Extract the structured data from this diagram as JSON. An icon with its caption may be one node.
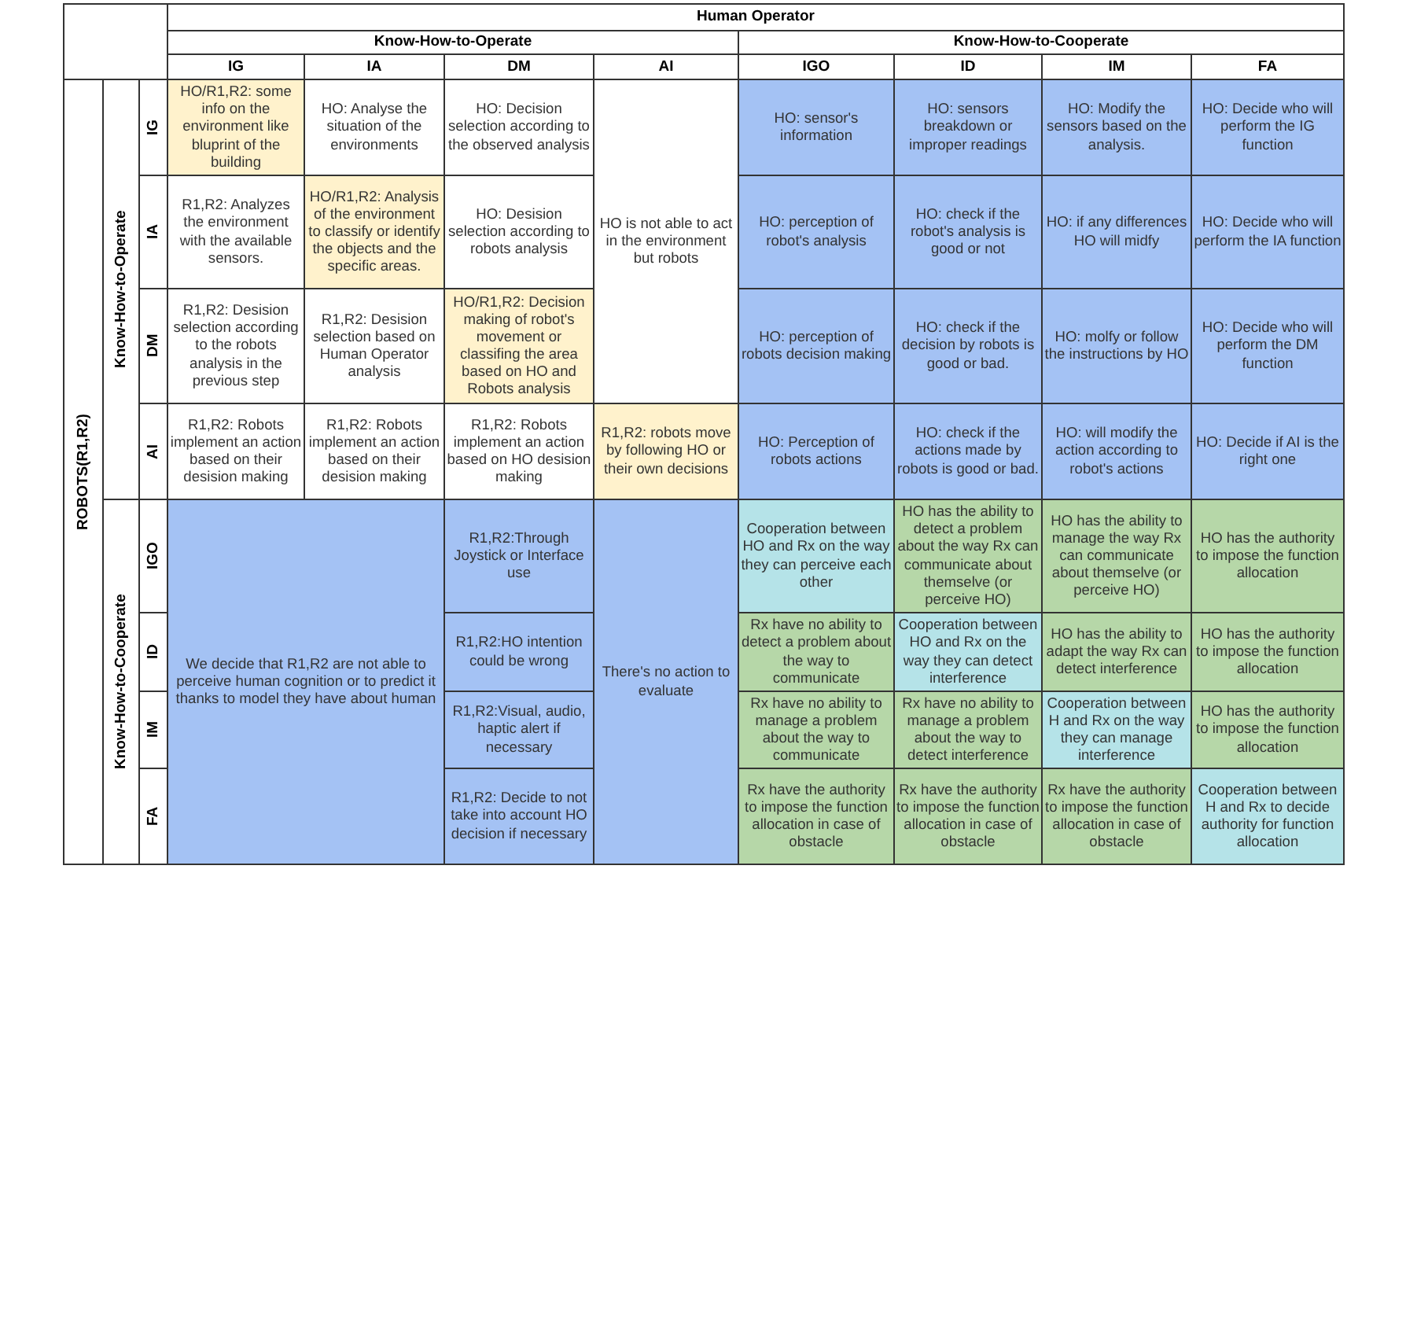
{
  "diagram": {
    "labels": [
      "Human Operator",
      "Know-How-to-Operate",
      "Know-How-to-Cooperate",
      "IG",
      "IA",
      "DM",
      "AI",
      "IGO",
      "ID",
      "IM",
      "FA",
      "ROBOTS(R1,R2)",
      "Know-How-to-Operate",
      "IG",
      "HO/R1,R2: some info on the environment like bluprint of the building",
      "HO: Analyse the situation of the environments",
      "HO: Decision selection according to the observed analysis",
      "HO is not able to act in the environment but robots",
      "HO: sensor's information",
      "HO: sensors breakdown or improper readings",
      "HO: Modify the sensors based on the analysis.",
      "HO: Decide who will perform the IG function",
      "IA",
      "R1,R2: Analyzes the environment with the available sensors.",
      "HO/R1,R2: Analysis of the environment to classify or identify the objects and the specific areas.",
      "HO: Desision selection according to robots analysis",
      "HO: perception of robot's analysis",
      "HO: check if the robot's analysis is good or not",
      "HO: if any differences HO will midfy",
      "HO: Decide who will perform the IA function",
      "DM",
      "R1,R2: Desision selection according to the robots analysis in the previous step",
      "R1,R2: Desision selection based on Human Operator analysis",
      "HO/R1,R2: Decision making of robot's movement or classifing the area based on HO and Robots analysis",
      "HO: perception of robots decision making",
      "HO: check if the decision by robots is good or bad.",
      "HO: molfy or follow the instructions by HO",
      "HO: Decide who will perform the DM function",
      "AI",
      "R1,R2: Robots implement an action based on their desision making",
      "R1,R2: Robots implement an action based on their desision making",
      "R1,R2: Robots implement an action based on HO desision making",
      "R1,R2: robots move by following HO or their own decisions",
      "HO: Perception of robots actions",
      "HO: check if the actions made by robots is good or bad.",
      "HO: will modify the action according to robot's actions",
      "HO: Decide if AI is the right one",
      "Know-How-to-Cooperate",
      "IGO",
      "We decide that R1,R2 are not able to perceive human cognition or to predict it thanks to model they have about human",
      "R1,R2:Through Joystick or Interface use",
      "There's no action to evaluate",
      "Cooperation between HO and Rx on the way they can perceive each other",
      "HO has the ability to detect a problem about the way Rx can communicate about themselve (or perceive HO)",
      "HO has the ability to manage the way Rx can communicate about themselve (or perceive HO)",
      "HO has the authority to impose the function allocation",
      "ID",
      "R1,R2:HO intention could be wrong",
      "Rx have no ability to detect a problem about the way to communicate",
      "Cooperation between HO and Rx on the way they can detect interference",
      "HO has the ability to adapt the way Rx can detect interference",
      "HO has the authority to impose the function allocation",
      "IM",
      "R1,R2:Visual, audio, haptic alert if necessary",
      "Rx have no ability to manage a problem about the way to communicate",
      "Rx have no ability to manage a problem about the way to detect interference",
      "Cooperation between H and Rx on the way they can manage interference",
      "HO has the authority to impose the function allocation",
      "FA",
      "R1,R2: Decide to not take into account HO decision if necessary",
      "Rx have the authority to impose the function allocation in case of obstacle",
      "Rx have the authority to impose the function allocation in case of obstacle",
      "Rx have the authority to impose the function allocation in case of obstacle",
      "Cooperation between H and Rx to decide authority for function allocation"
    ]
  }
}
